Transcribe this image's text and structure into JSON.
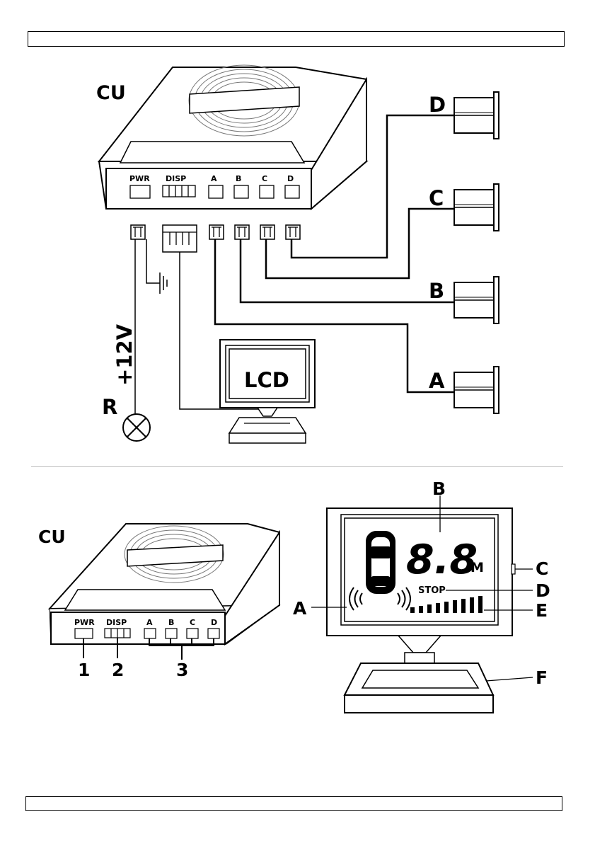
{
  "wiring_diagram": {
    "title": "CU",
    "ports": [
      "PWR",
      "DISP",
      "A",
      "B",
      "C",
      "D"
    ],
    "sensors": [
      "D",
      "C",
      "B",
      "A"
    ],
    "lcd_label": "LCD",
    "voltage_label": "+12V",
    "lamp_label": "R"
  },
  "unit_diagram": {
    "title": "CU",
    "ports": [
      "PWR",
      "DISP",
      "A",
      "B",
      "C",
      "D"
    ],
    "callouts": [
      "1",
      "2",
      "3"
    ]
  },
  "display_diagram": {
    "digits": "8.8",
    "unit": "M",
    "stop_text": "STOP",
    "callouts": [
      "A",
      "B",
      "C",
      "D",
      "E",
      "F"
    ]
  }
}
